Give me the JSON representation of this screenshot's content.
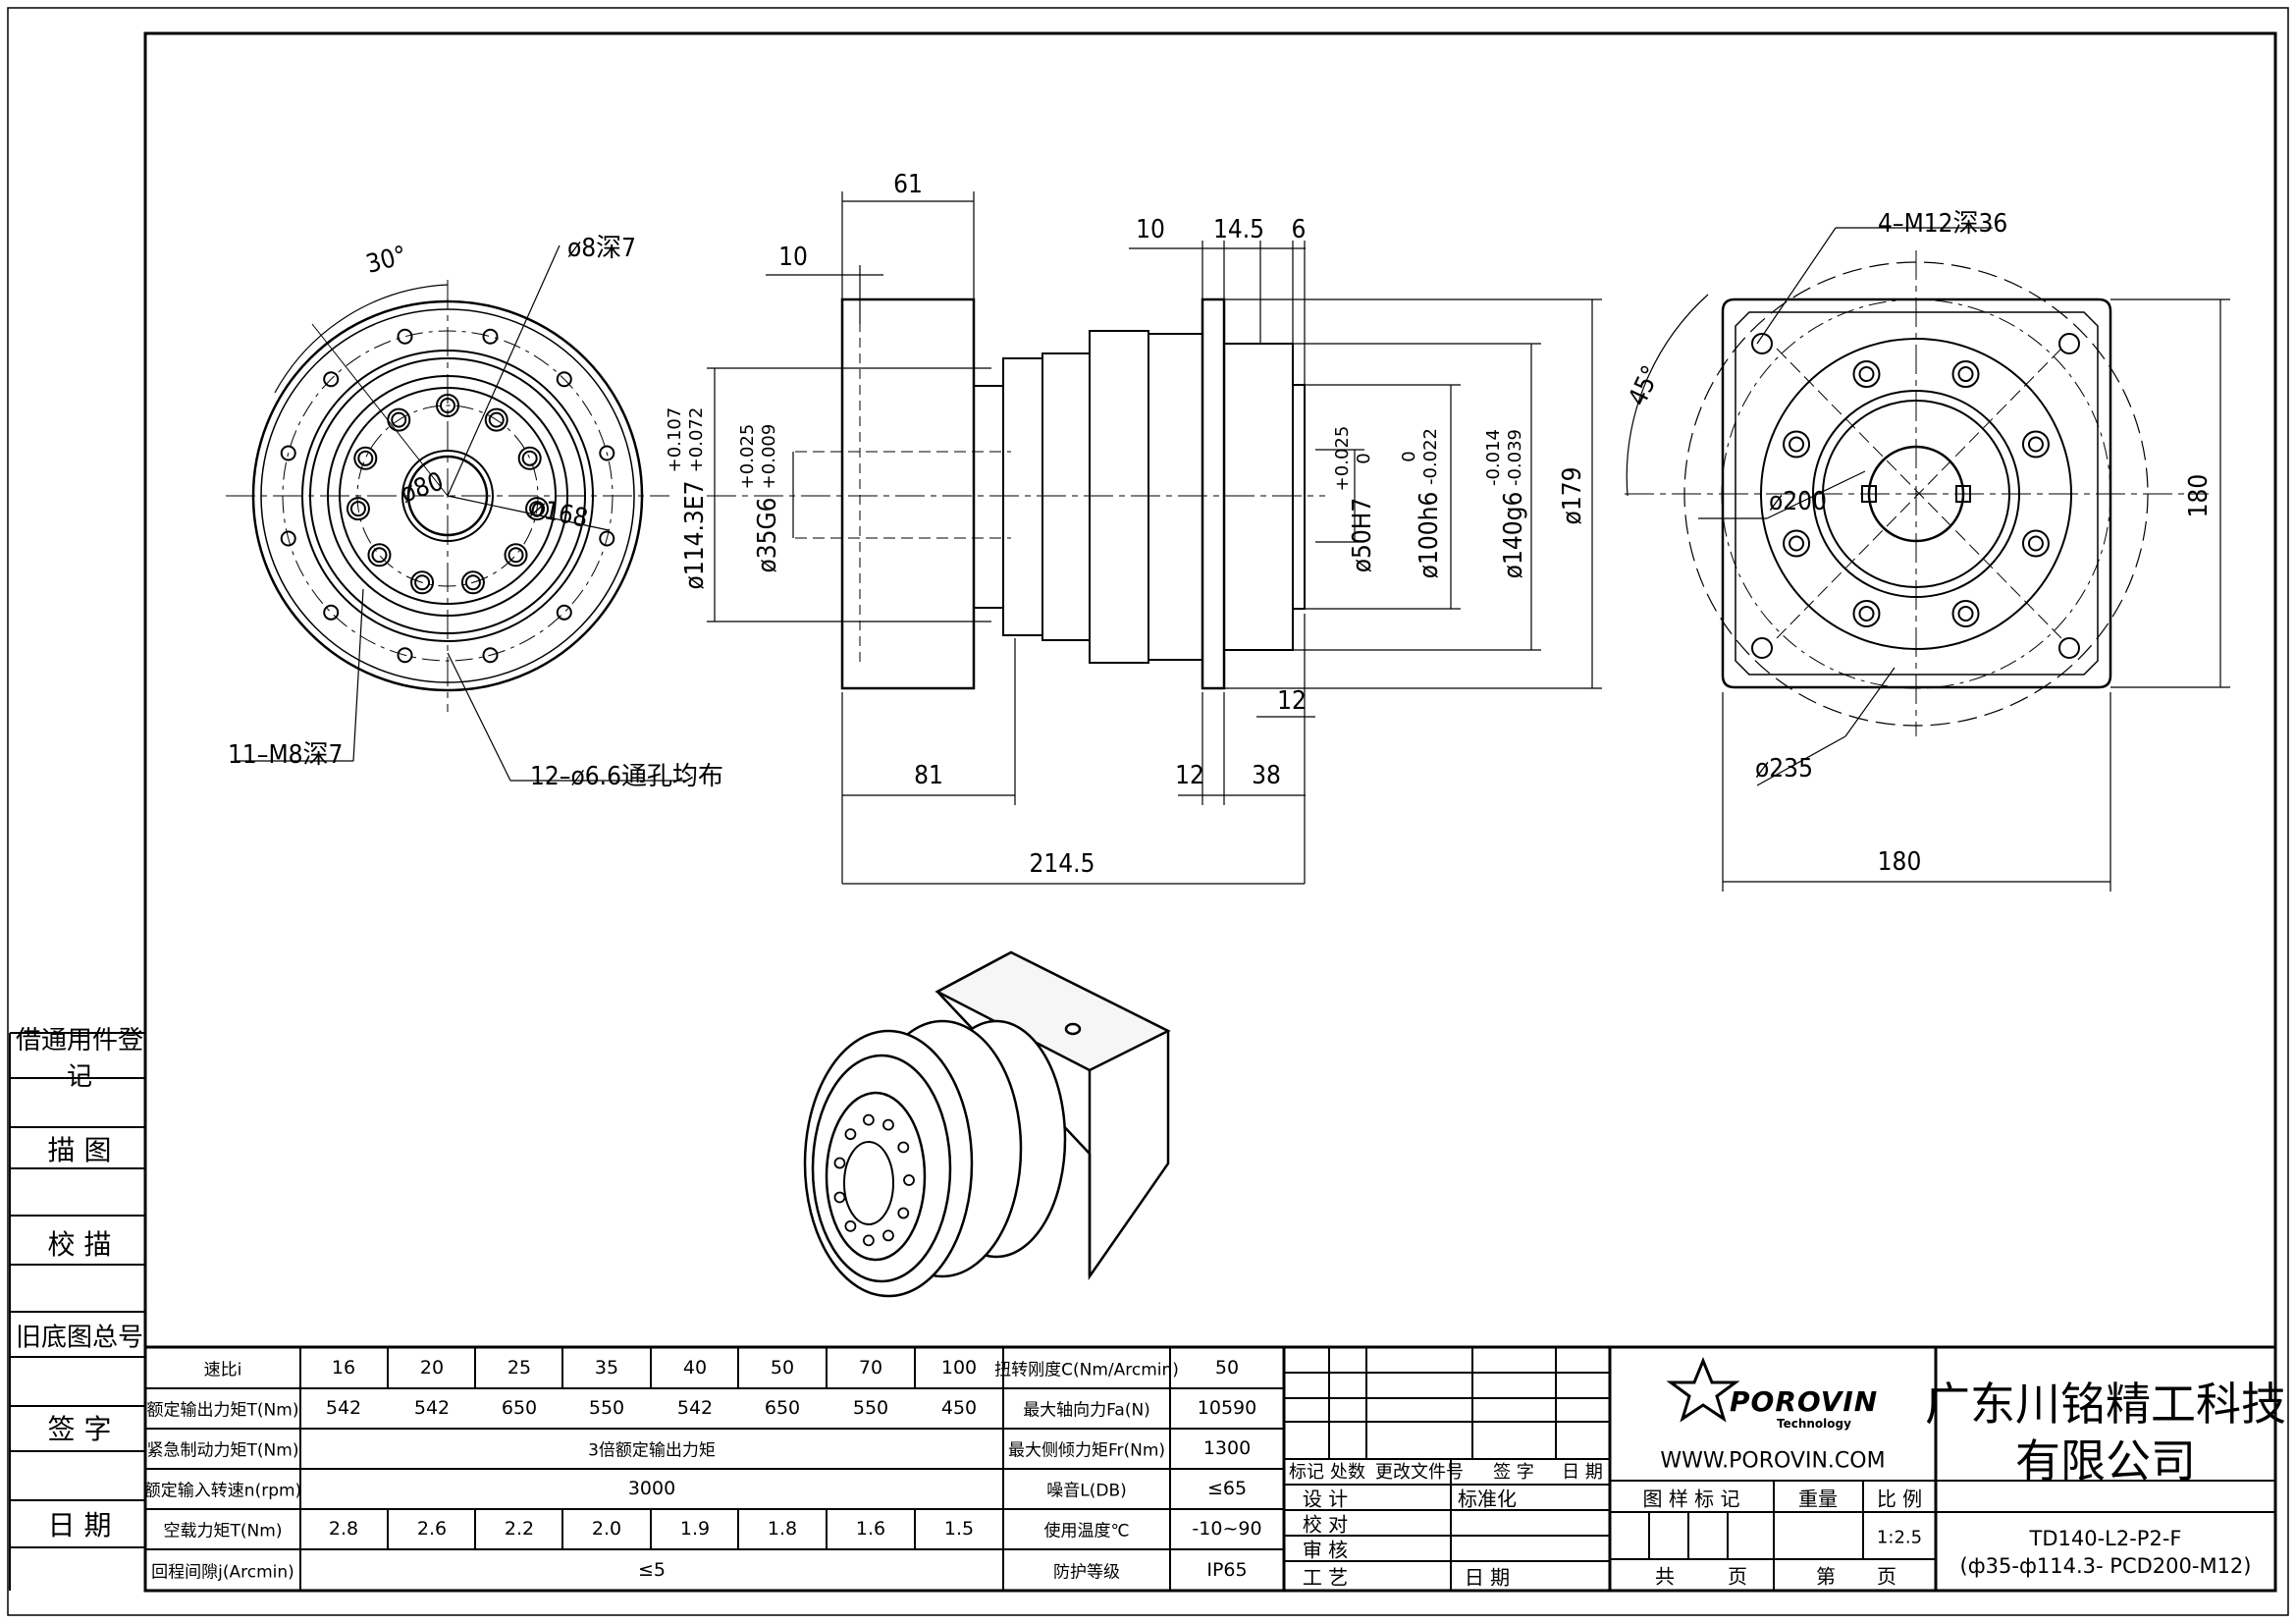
{
  "drawing": {
    "front_view": {
      "angle": "30°",
      "hole_top": "ø8深7",
      "inner_dia": "ø80",
      "pcd": "ø168",
      "taps": "11–M8深7",
      "through_holes": "12–ø6.6通孔均布"
    },
    "side_view": {
      "d61": "61",
      "d10a": "10",
      "d10b": "10",
      "d14_5": "14.5",
      "d6": "6",
      "d81": "81",
      "d12a": "12",
      "d38": "38",
      "d12b": "12",
      "d214_5": "214.5",
      "dia_114": "ø114.3E7",
      "tol_114": [
        "+0.107",
        "+0.072"
      ],
      "dia_35": "ø35G6",
      "tol_35": [
        "+0.025",
        "+0.009"
      ],
      "dia_50": "ø50H7",
      "tol_50": [
        "+0.025",
        "0"
      ],
      "dia_100": "ø100h6",
      "tol_100": [
        "0",
        "-0.022"
      ],
      "dia_140": "ø140g6",
      "tol_140": [
        "-0.014",
        "-0.039"
      ],
      "dia_179": "ø179"
    },
    "rear_view": {
      "taps": "4–M12深36",
      "angle": "45°",
      "pcd": "ø200",
      "flange_dia": "ø235",
      "width": "180",
      "height": "180"
    }
  },
  "side_column": {
    "labels": [
      "借通用件登记",
      "描 图",
      "校 描",
      "旧底图总号",
      "签 字",
      "日 期"
    ]
  },
  "spec_table": {
    "ratio_header": "速比i",
    "ratios": [
      "16",
      "20",
      "25",
      "35",
      "40",
      "50",
      "70",
      "100"
    ],
    "rows": [
      {
        "label": "额定输出力矩T(Nm)",
        "values": [
          "542",
          "542",
          "650",
          "550",
          "542",
          "650",
          "550",
          "450"
        ]
      },
      {
        "label": "紧急制动力矩T(Nm)",
        "merged": "3倍额定输出力矩"
      },
      {
        "label": "额定输入转速n(rpm)",
        "merged": "3000"
      },
      {
        "label": "空载力矩T(Nm)",
        "values": [
          "2.8",
          "2.6",
          "2.2",
          "2.0",
          "1.9",
          "1.8",
          "1.6",
          "1.5"
        ]
      },
      {
        "label": "回程间隙j(Arcmin)",
        "merged": "≤5"
      }
    ],
    "props": [
      {
        "label": "扭转刚度C(Nm/Arcmin)",
        "value": "50"
      },
      {
        "label": "最大轴向力Fa(N)",
        "value": "10590"
      },
      {
        "label": "最大侧倾力矩Fr(Nm)",
        "value": "1300"
      },
      {
        "label": "噪音L(DB)",
        "value": "≤65"
      },
      {
        "label": "使用温度℃",
        "value": "-10~90"
      },
      {
        "label": "防护等级",
        "value": "IP65"
      }
    ]
  },
  "title_block": {
    "rev_headers": [
      "标记",
      "处数",
      "更改文件号",
      "签 字",
      "日 期"
    ],
    "roles": [
      "设 计",
      "校 对",
      "审 核",
      "工 艺"
    ],
    "std": "标准化",
    "date": "日 期",
    "logo_text": "POROVIN",
    "logo_sub": "Technology",
    "website": "WWW.POROVIN.COM",
    "drawing_mark": "图 样 标 记",
    "weight": "重量",
    "scale_label": "比 例",
    "scale": "1:2.5",
    "total": "共",
    "page_unit": "页",
    "sheet": "第",
    "company_line1": "广东川铭精工科技",
    "company_line2": "有限公司",
    "model_line1": "TD140-L2-P2-F",
    "model_line2": "(ф35-ф114.3- PCD200-M12)"
  }
}
